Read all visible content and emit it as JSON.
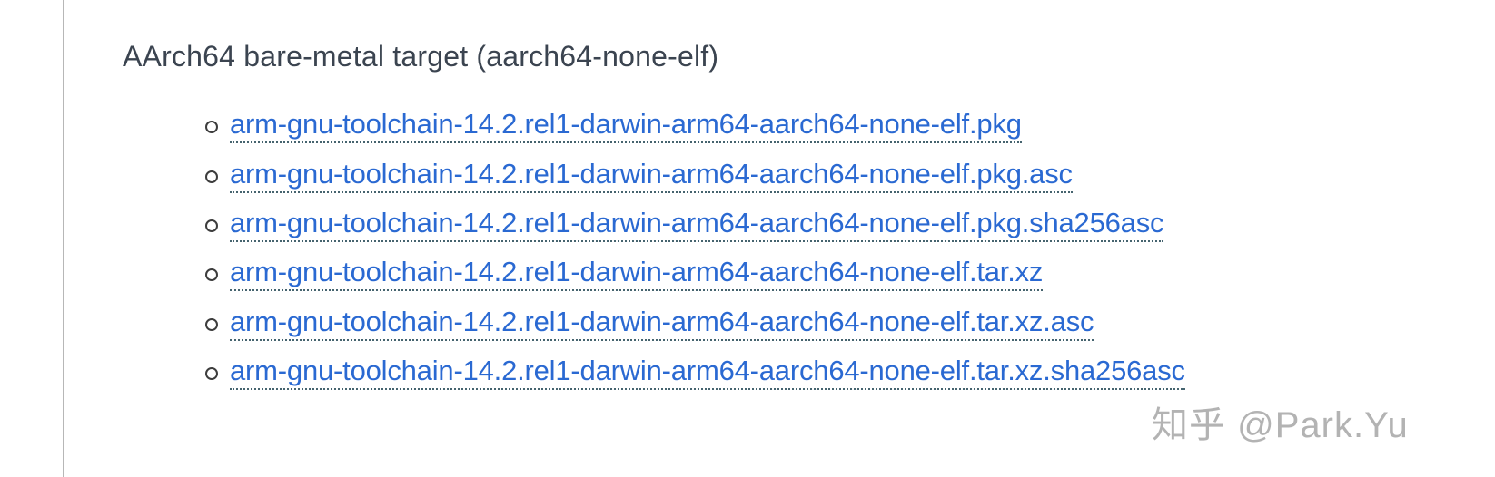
{
  "heading": {
    "text": "AArch64 bare-metal target (aarch64-none-elf)"
  },
  "list": {
    "links": [
      "arm-gnu-toolchain-14.2.rel1-darwin-arm64-aarch64-none-elf.pkg",
      "arm-gnu-toolchain-14.2.rel1-darwin-arm64-aarch64-none-elf.pkg.asc",
      "arm-gnu-toolchain-14.2.rel1-darwin-arm64-aarch64-none-elf.pkg.sha256asc",
      "arm-gnu-toolchain-14.2.rel1-darwin-arm64-aarch64-none-elf.tar.xz",
      "arm-gnu-toolchain-14.2.rel1-darwin-arm64-aarch64-none-elf.tar.xz.asc",
      "arm-gnu-toolchain-14.2.rel1-darwin-arm64-aarch64-none-elf.tar.xz.sha256asc"
    ]
  },
  "watermark": {
    "text": "知乎 @Park.Yu"
  },
  "colors": {
    "link_blue": "#2a69d2",
    "link_underline": "#46646f",
    "heading_text": "#3b4450",
    "divider": "#b7b7b7",
    "watermark_gray": "#b3b3b3",
    "background": "#ffffff"
  }
}
